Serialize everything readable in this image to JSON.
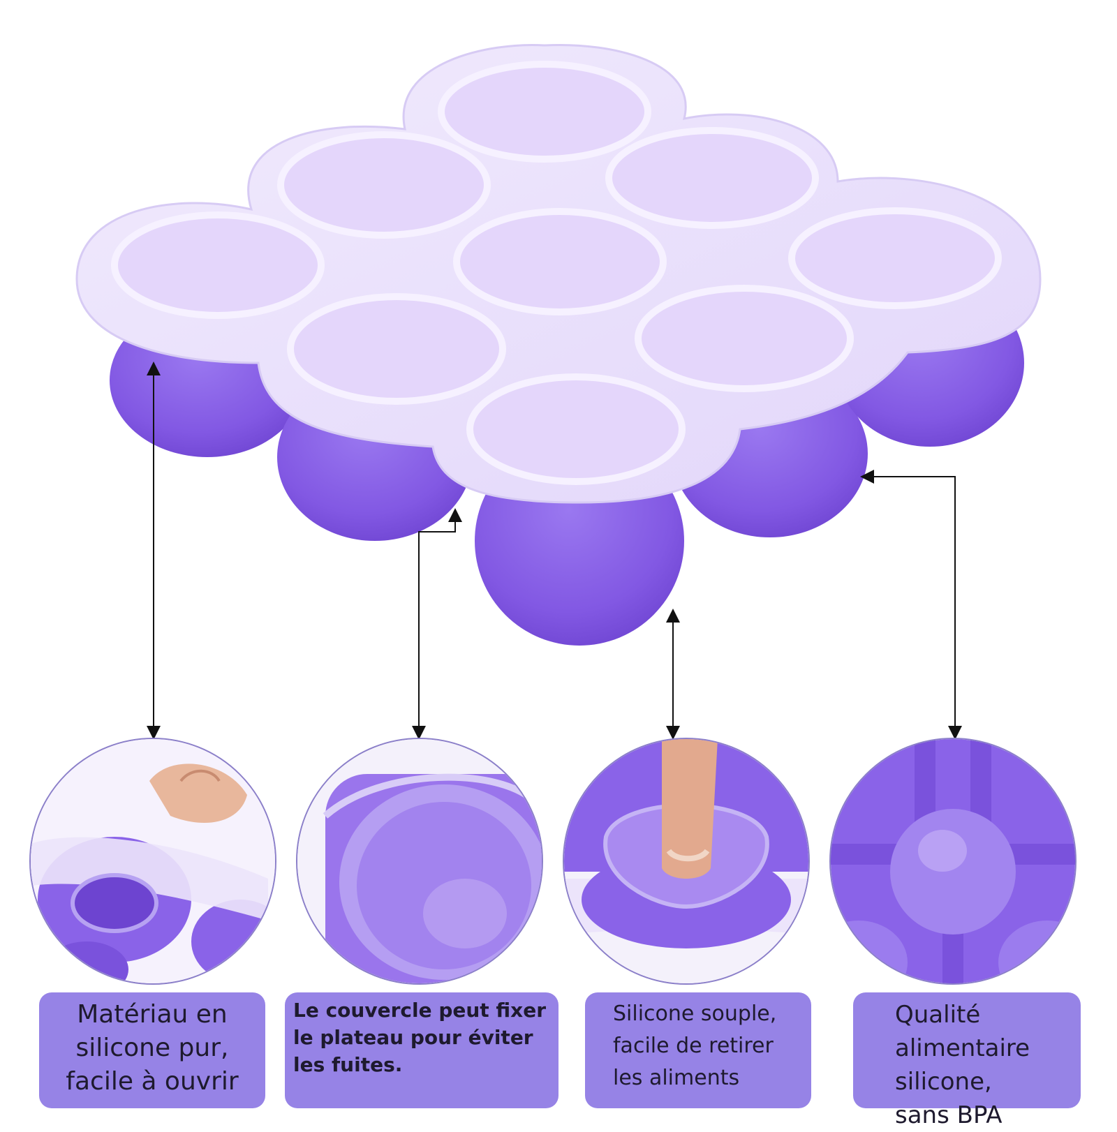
{
  "colors": {
    "silicone": "#8a63e8",
    "lid": "#e7dcfb",
    "label_bg": "#9683e6",
    "connector": "#111111"
  },
  "product": {
    "icon": "silicone-tray-with-lid-icon"
  },
  "features": [
    {
      "label": "Matériau en\nsilicone pur,\nfacile à ouvrir",
      "icon": "hand-lifting-lid-icon"
    },
    {
      "label": "Le couvercle peut fixer\nle plateau pour éviter\nles fuites.",
      "icon": "sealed-cup-closeup-icon"
    },
    {
      "label": "Silicone souple,\nfacile de retirer\nles aliments",
      "icon": "finger-pushing-cup-icon"
    },
    {
      "label": "Qualité\nalimentaire\nsilicone,\nsans BPA",
      "icon": "tray-underside-icon"
    }
  ]
}
